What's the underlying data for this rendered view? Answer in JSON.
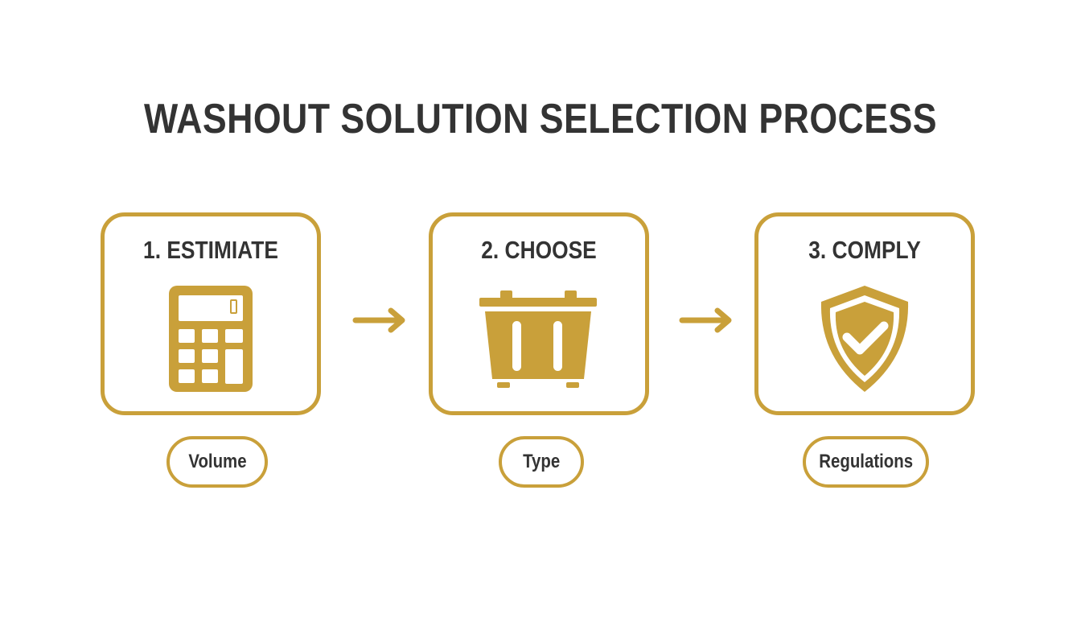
{
  "title": "WASHOUT SOLUTION SELECTION PROCESS",
  "accent_color": "#c9a03a",
  "text_color": "#333333",
  "steps": [
    {
      "title": "1. ESTIMIATE",
      "icon": "calculator-icon",
      "display_digit": "0",
      "label": "Volume"
    },
    {
      "title": "2. CHOOSE",
      "icon": "dumpster-container-icon",
      "label": "Type"
    },
    {
      "title": "3. COMPLY",
      "icon": "shield-check-icon",
      "label": "Regulations"
    }
  ],
  "connectors": [
    "arrow-right-icon",
    "arrow-right-icon"
  ]
}
